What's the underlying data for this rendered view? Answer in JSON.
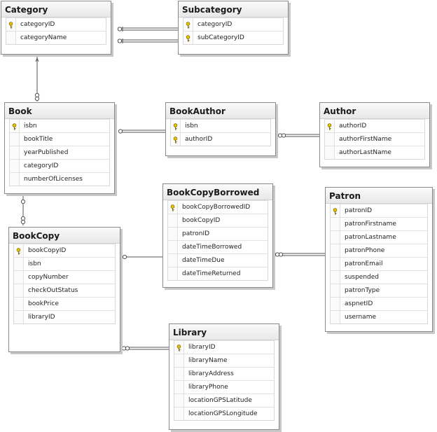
{
  "diagram": {
    "tables": {
      "category": {
        "title": "Category",
        "fields": [
          {
            "name": "categoryID",
            "pk": true
          },
          {
            "name": "categoryName",
            "pk": false
          }
        ]
      },
      "subcategory": {
        "title": "Subcategory",
        "fields": [
          {
            "name": "categoryID",
            "pk": true
          },
          {
            "name": "subCategoryID",
            "pk": true
          }
        ]
      },
      "book": {
        "title": "Book",
        "fields": [
          {
            "name": "isbn",
            "pk": true
          },
          {
            "name": "bookTitle",
            "pk": false
          },
          {
            "name": "yearPublished",
            "pk": false
          },
          {
            "name": "categoryID",
            "pk": false
          },
          {
            "name": "numberOfLicenses",
            "pk": false
          }
        ]
      },
      "bookauthor": {
        "title": "BookAuthor",
        "fields": [
          {
            "name": "isbn",
            "pk": true
          },
          {
            "name": "authorID",
            "pk": true
          }
        ]
      },
      "author": {
        "title": "Author",
        "fields": [
          {
            "name": "authorID",
            "pk": true
          },
          {
            "name": "authorFirstName",
            "pk": false
          },
          {
            "name": "authorLastName",
            "pk": false
          }
        ]
      },
      "bookcopyborrowed": {
        "title": "BookCopyBorrowed",
        "fields": [
          {
            "name": "bookCopyBorrowedID",
            "pk": true
          },
          {
            "name": "bookCopyID",
            "pk": false
          },
          {
            "name": "patronID",
            "pk": false
          },
          {
            "name": "dateTimeBorrowed",
            "pk": false
          },
          {
            "name": "dateTimeDue",
            "pk": false
          },
          {
            "name": "dateTimeReturned",
            "pk": false
          }
        ]
      },
      "patron": {
        "title": "Patron",
        "fields": [
          {
            "name": "patronID",
            "pk": true
          },
          {
            "name": "patronFirstname",
            "pk": false
          },
          {
            "name": "patronLastname",
            "pk": false
          },
          {
            "name": "patronPhone",
            "pk": false
          },
          {
            "name": "patronEmail",
            "pk": false
          },
          {
            "name": "suspended",
            "pk": false
          },
          {
            "name": "patronType",
            "pk": false
          },
          {
            "name": "aspnetID",
            "pk": false
          },
          {
            "name": "username",
            "pk": false
          }
        ]
      },
      "bookcopy": {
        "title": "BookCopy",
        "fields": [
          {
            "name": "bookCopyID",
            "pk": true
          },
          {
            "name": "isbn",
            "pk": false
          },
          {
            "name": "copyNumber",
            "pk": false
          },
          {
            "name": "checkOutStatus",
            "pk": false
          },
          {
            "name": "bookPrice",
            "pk": false
          },
          {
            "name": "libraryID",
            "pk": false
          }
        ]
      },
      "library": {
        "title": "Library",
        "fields": [
          {
            "name": "libraryID",
            "pk": true
          },
          {
            "name": "libraryName",
            "pk": false
          },
          {
            "name": "libraryAddress",
            "pk": false
          },
          {
            "name": "libraryPhone",
            "pk": false
          },
          {
            "name": "locationGPSLatitude",
            "pk": false
          },
          {
            "name": "locationGPSLongitude",
            "pk": false
          }
        ]
      }
    },
    "relationships": [
      {
        "from": "Category",
        "to": "Subcategory"
      },
      {
        "from": "Subcategory",
        "to": "Category"
      },
      {
        "from": "Category",
        "to": "Book"
      },
      {
        "from": "Book",
        "to": "BookAuthor"
      },
      {
        "from": "Author",
        "to": "BookAuthor"
      },
      {
        "from": "Book",
        "to": "BookCopy"
      },
      {
        "from": "BookCopy",
        "to": "BookCopyBorrowed"
      },
      {
        "from": "Patron",
        "to": "BookCopyBorrowed"
      },
      {
        "from": "Library",
        "to": "BookCopy"
      }
    ],
    "colors": {
      "key_icon": "#e8c200",
      "line": "#555555",
      "shadow": "#c8c8c8"
    }
  }
}
